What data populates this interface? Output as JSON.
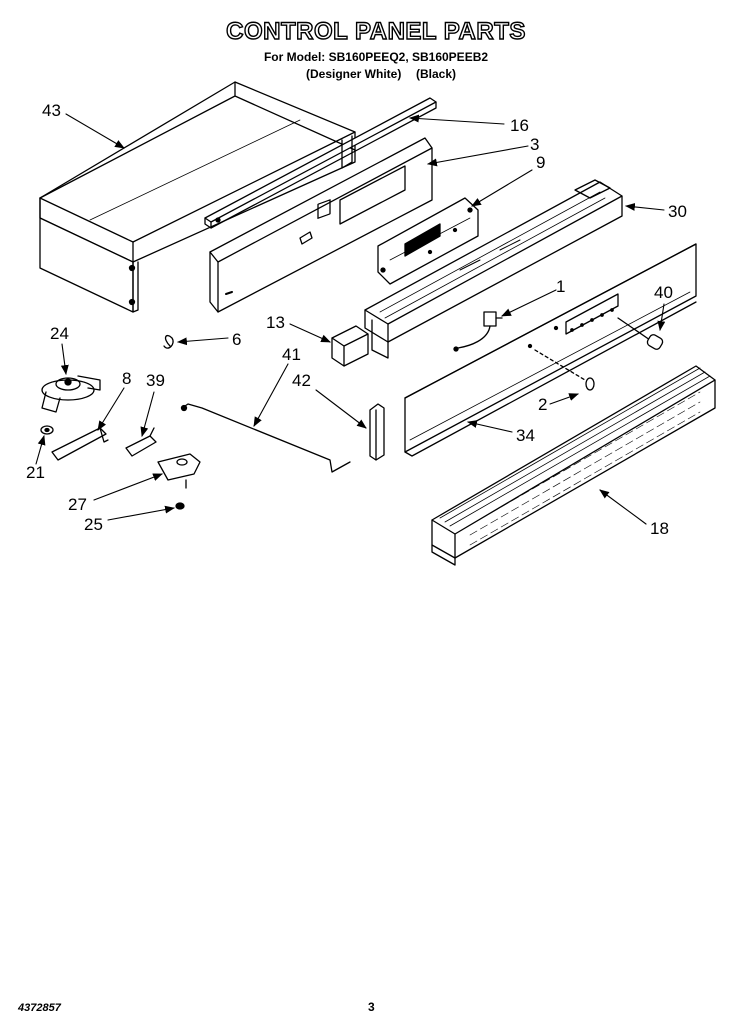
{
  "header": {
    "title": "CONTROL PANEL PARTS",
    "model_line": "For Model: SB160PEEQ2, SB160PEEB2",
    "color_1": "(Designer White)",
    "color_2": "(Black)"
  },
  "callouts": [
    "43",
    "16",
    "3",
    "9",
    "30",
    "1",
    "40",
    "24",
    "6",
    "13",
    "41",
    "42",
    "8",
    "39",
    "2",
    "34",
    "21",
    "27",
    "25",
    "18"
  ],
  "footer": {
    "doc_number": "4372857",
    "page_number": "3"
  }
}
